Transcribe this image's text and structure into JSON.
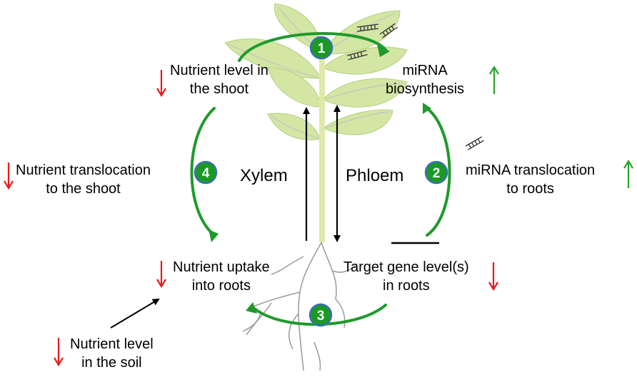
{
  "labels": {
    "nutrient_shoot": [
      "Nutrient level in",
      "the shoot"
    ],
    "mirna_biosynthesis": [
      "miRNA",
      "biosynthesis"
    ],
    "nutrient_translocation": [
      "Nutrient translocation",
      "to the shoot"
    ],
    "mirna_translocation": [
      "miRNA translocation",
      "to roots"
    ],
    "nutrient_uptake": [
      "Nutrient uptake",
      "into roots"
    ],
    "target_gene": [
      "Target gene level(s)",
      "in roots"
    ],
    "nutrient_soil": [
      "Nutrient level",
      "in the soil"
    ],
    "xylem": "Xylem",
    "phloem": "Phloem"
  },
  "steps": [
    "1",
    "2",
    "3",
    "4"
  ],
  "indicators": {
    "nutrient_shoot": "down",
    "mirna_biosynthesis": "up",
    "nutrient_translocation": "down",
    "mirna_translocation": "up",
    "nutrient_uptake": "down",
    "target_gene": "down",
    "nutrient_soil": "down"
  },
  "colors": {
    "cycle_green": "#1f9a2c",
    "step_circle_fill": "#1a9a22",
    "step_circle_ring": "#3b6fb5",
    "down_arrow": "#e11b1b",
    "up_arrow": "#2aa52a",
    "leaf_fill": "#d3e6a4",
    "leaf_edge": "#a9c97a",
    "stem": "#dfe8a8",
    "root": "#9a9a9a"
  },
  "icons": [
    "leaf-plant-icon",
    "mirna-duplex-icon",
    "root-system-icon"
  ]
}
